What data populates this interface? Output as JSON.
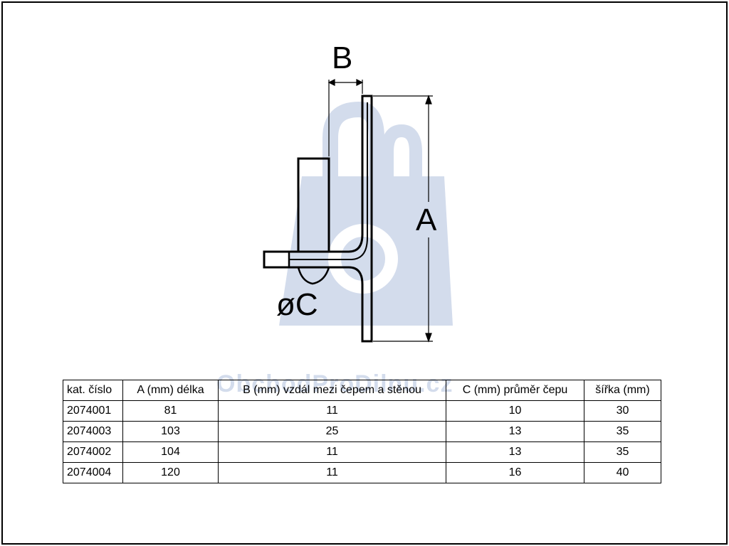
{
  "diagram": {
    "labels": {
      "b": "B",
      "a": "A",
      "c": "øC"
    }
  },
  "watermark": {
    "text": "ObchodProDilnu.cz",
    "color": "#d3dcec"
  },
  "table": {
    "headers": [
      "kat. číslo",
      "A (mm) délka",
      "B (mm) vzdál mezi čepem a stěnou",
      "C (mm) průměr čepu",
      "šířka (mm)"
    ],
    "rows": [
      [
        "2074001",
        "81",
        "11",
        "10",
        "30"
      ],
      [
        "2074003",
        "103",
        "25",
        "13",
        "35"
      ],
      [
        "2074002",
        "104",
        "11",
        "13",
        "35"
      ],
      [
        "2074004",
        "120",
        "11",
        "16",
        "40"
      ]
    ]
  }
}
